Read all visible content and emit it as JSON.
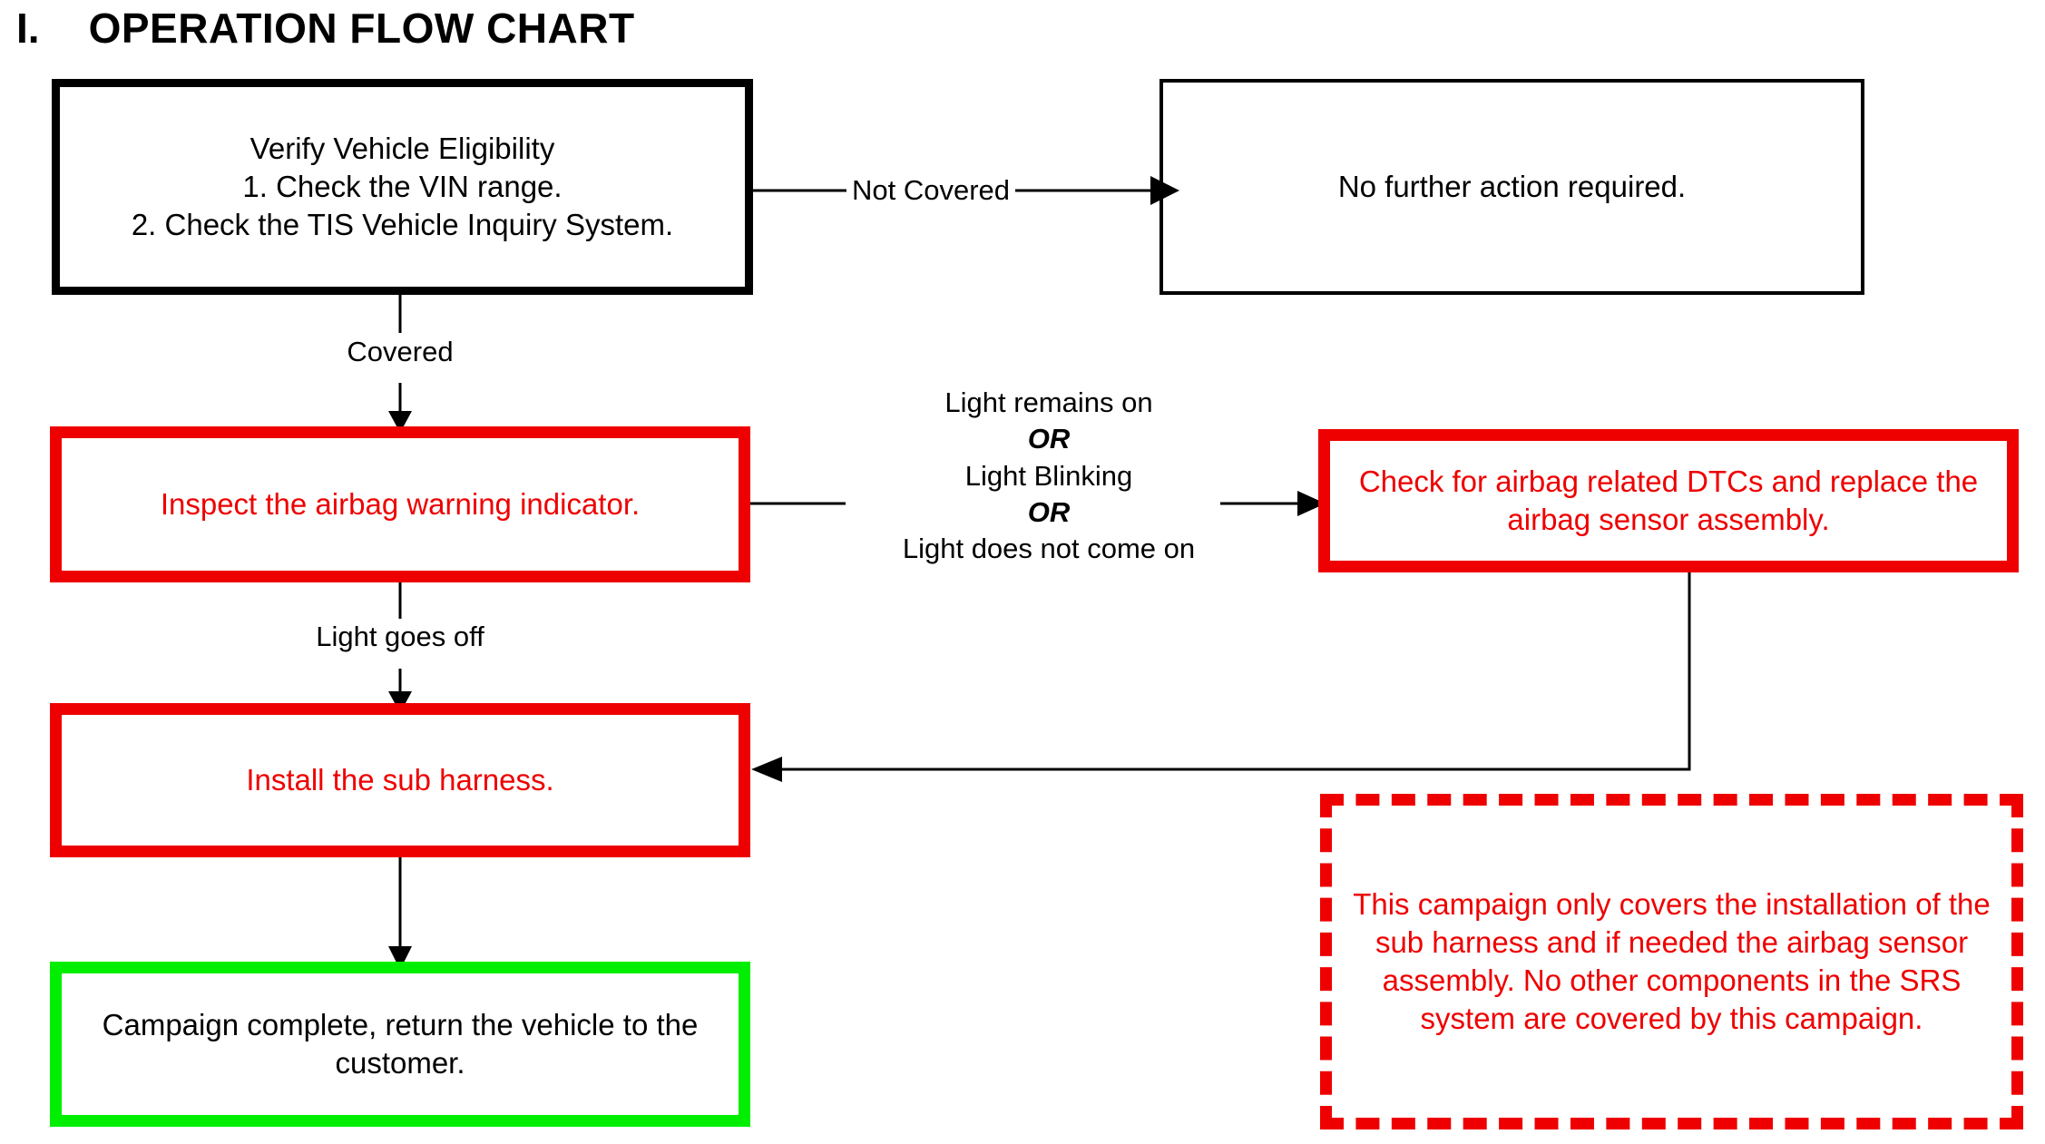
{
  "title": {
    "numeral": "I.",
    "text": "OPERATION FLOW CHART"
  },
  "colors": {
    "red": "#ee0000",
    "green": "#00ee00",
    "black": "#000000",
    "background": "#ffffff"
  },
  "nodes": {
    "verify_eligibility": "Verify Vehicle Eligibility\n1. Check the VIN range.\n2. Check the TIS Vehicle Inquiry System.",
    "no_further_action": "No further action required.",
    "inspect_indicator": "Inspect the airbag warning indicator.",
    "check_dtcs": "Check for airbag related DTCs and replace the airbag sensor assembly.",
    "install_harness": "Install the sub harness.",
    "campaign_complete": "Campaign complete, return the vehicle to the customer.",
    "campaign_note": "This campaign only covers the installation of the sub harness and if needed the airbag sensor assembly. No other components in the SRS system are covered by this campaign."
  },
  "edge_labels": {
    "not_covered": "Not Covered",
    "covered": "Covered",
    "light_goes_off": "Light goes off",
    "light_condition": {
      "line1": "Light remains on",
      "or1": "OR",
      "line2": "Light Blinking",
      "or2": "OR",
      "line3": "Light does not come on"
    }
  }
}
